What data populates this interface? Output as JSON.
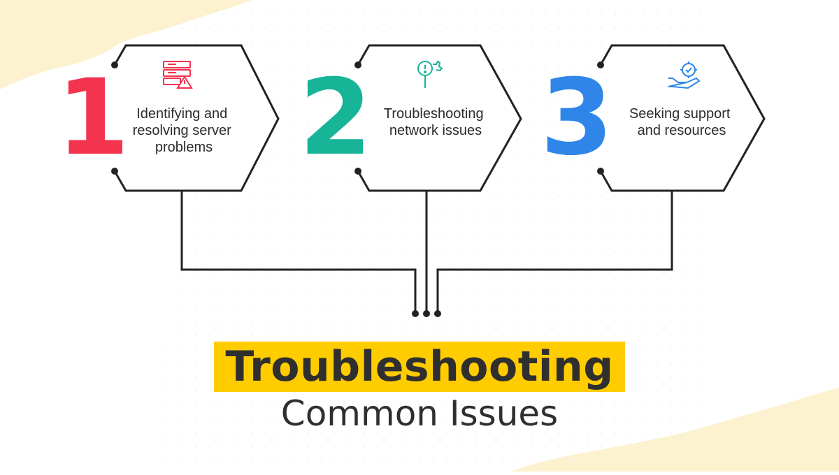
{
  "steps": [
    {
      "number": "1",
      "color": "#f4334f",
      "lines": [
        "Identifying and",
        "resolving server",
        "problems"
      ],
      "icon": "server-warning-icon"
    },
    {
      "number": "2",
      "color": "#17b497",
      "lines": [
        "Troubleshooting",
        "network issues"
      ],
      "icon": "magnifier-alert-gear-icon"
    },
    {
      "number": "3",
      "color": "#2f86e8",
      "lines": [
        "Seeking support",
        "and resources"
      ],
      "icon": "hand-gear-check-icon"
    }
  ],
  "title": {
    "line1": "Troubleshooting",
    "line2": "Common Issues",
    "highlight_color": "#ffcc00"
  },
  "colors": {
    "outline": "#222222",
    "background_brush": "#fdf2cf"
  }
}
